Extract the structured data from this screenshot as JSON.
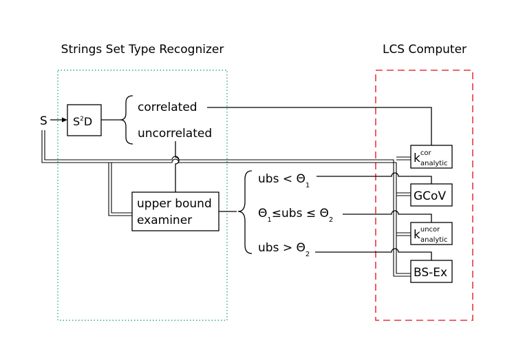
{
  "titles": {
    "left": "Strings Set Type Recognizer",
    "right": "LCS Computer"
  },
  "colors": {
    "left_region_border": "#2ca87a",
    "right_region_border": "#e8343c"
  },
  "input": {
    "label": "S"
  },
  "s2d": {
    "base": "S",
    "sup": "2",
    "tail": "D"
  },
  "branches": {
    "correlated": "correlated",
    "uncorrelated": "uncorrelated"
  },
  "examiner": {
    "line1": "upper bound",
    "line2": "examiner"
  },
  "conditions": {
    "lt": {
      "prefix": "ubs < Θ",
      "sub": "1"
    },
    "between": {
      "prefix": "Θ",
      "sub1": "1",
      "mid": "≤ubs ≤ Θ",
      "sub2": "2"
    },
    "gt": {
      "prefix": "ubs > Θ",
      "sub": "2"
    }
  },
  "computers": {
    "kcor": {
      "base": "k",
      "sup": "cor",
      "sub": "analytic"
    },
    "gcov": {
      "label": "GCoV"
    },
    "kuncor": {
      "base": "k",
      "sup": "uncor",
      "sub": "analytic"
    },
    "bsex": {
      "label": "BS-Ex"
    }
  }
}
